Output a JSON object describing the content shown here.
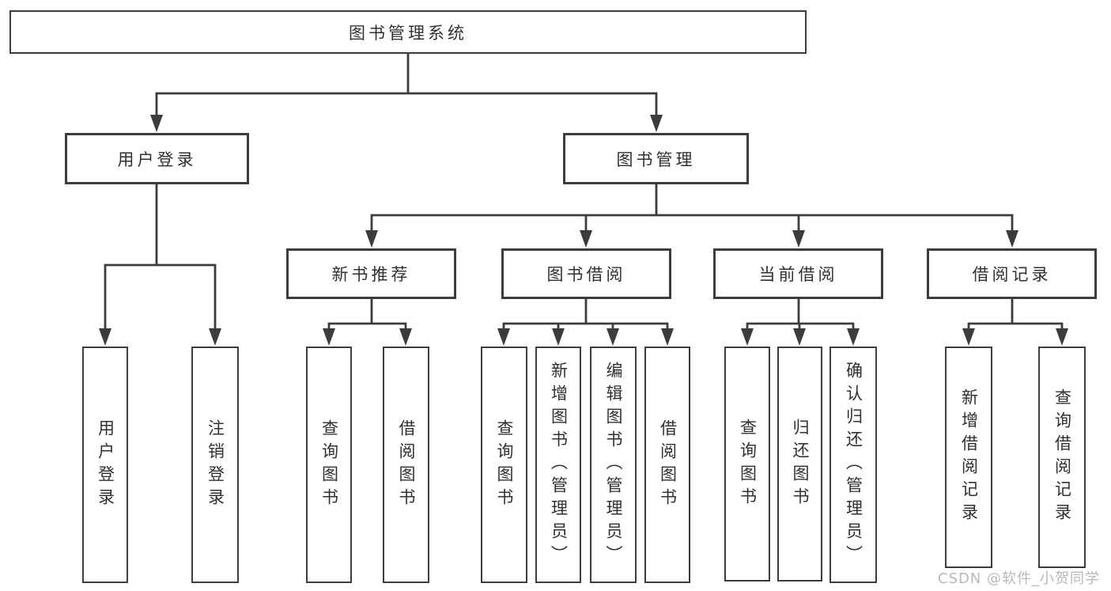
{
  "diagram_title": "图书管理系统",
  "tree": {
    "label": "图书管理系统",
    "children": [
      {
        "label": "用户登录",
        "children": [
          {
            "label": "用户登录"
          },
          {
            "label": "注销登录"
          }
        ]
      },
      {
        "label": "图书管理",
        "children": [
          {
            "label": "新书推荐",
            "children": [
              {
                "label": "查询图书"
              },
              {
                "label": "借阅图书"
              }
            ]
          },
          {
            "label": "图书借阅",
            "children": [
              {
                "label": "查询图书"
              },
              {
                "label": "新增图书（管理员）"
              },
              {
                "label": "编辑图书（管理员）"
              },
              {
                "label": "借阅图书"
              }
            ]
          },
          {
            "label": "当前借阅",
            "children": [
              {
                "label": "查询图书"
              },
              {
                "label": "归还图书"
              },
              {
                "label": "确认归还（管理员）"
              }
            ]
          },
          {
            "label": "借阅记录",
            "children": [
              {
                "label": "新增借阅记录"
              },
              {
                "label": "查询借阅记录"
              }
            ]
          }
        ]
      }
    ]
  },
  "watermark": "CSDN @软件_小贺同学",
  "colors": {
    "background": "#ffffff",
    "box_border": "#3c3c3c",
    "line": "#3c3c3c",
    "text": "#303030",
    "watermark": "#aeb2b6"
  }
}
